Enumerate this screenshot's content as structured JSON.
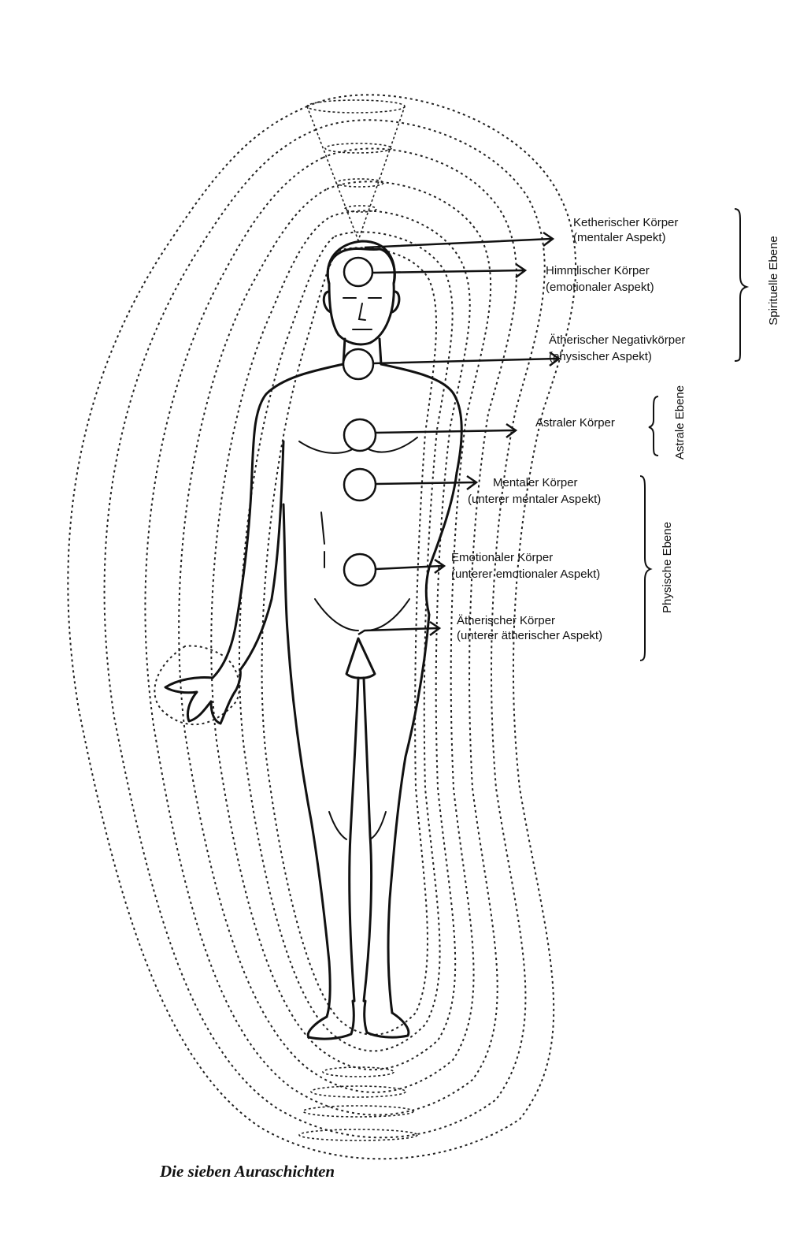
{
  "layers": [
    {
      "line1": "Ketherischer Körper",
      "line2": "(mentaler Aspekt)"
    },
    {
      "line1": "Himmlischer Körper",
      "line2": "(emotionaler Aspekt)"
    },
    {
      "line1": "Ätherischer Negativkörper",
      "line2": "(physischer Aspekt)"
    },
    {
      "line1": "Astraler Körper",
      "line2": ""
    },
    {
      "line1": "Mentaler Körper",
      "line2": "(unterer mentaler Aspekt)"
    },
    {
      "line1": "Emotionaler Körper",
      "line2": "(unterer emotionaler Aspekt)"
    },
    {
      "line1": "Ätherischer Körper",
      "line2": "(unterer ätherischer Aspekt)"
    }
  ],
  "groups": {
    "spiritual": "Spirituelle Ebene",
    "astral": "Astrale Ebene",
    "physical": "Physische Ebene"
  },
  "caption": "Die sieben Auraschichten"
}
